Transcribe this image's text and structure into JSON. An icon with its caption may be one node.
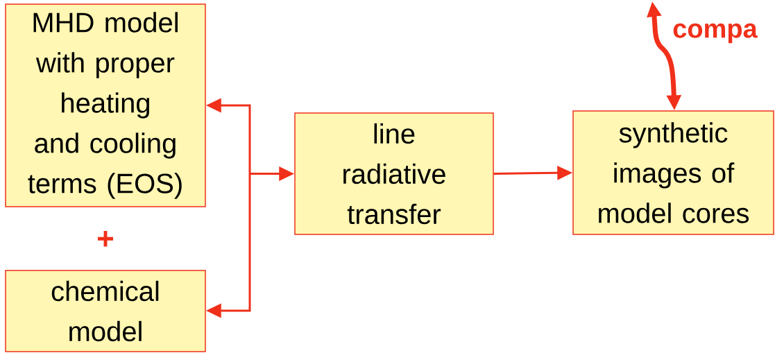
{
  "diagram": {
    "nodes": [
      {
        "text": [
          "MHD model with proper heating and cooling terms (EOS)"
        ]
      },
      {
        "text": [
          "chemical model"
        ]
      },
      {
        "text": [
          "line radiative transfer"
        ]
      },
      {
        "text": [
          "synthetic images of model cores"
        ]
      }
    ],
    "edges": [
      {
        "from": 0,
        "to": 2,
        "arrow": "both"
      },
      {
        "from": 1,
        "to": 2,
        "arrow": "both"
      },
      {
        "from": 2,
        "to": 3,
        "arrow": "to"
      },
      {
        "from": null,
        "to": 3,
        "arrow": "both",
        "label": "compa",
        "style": "thick"
      }
    ],
    "labels": [
      "+"
    ]
  }
}
